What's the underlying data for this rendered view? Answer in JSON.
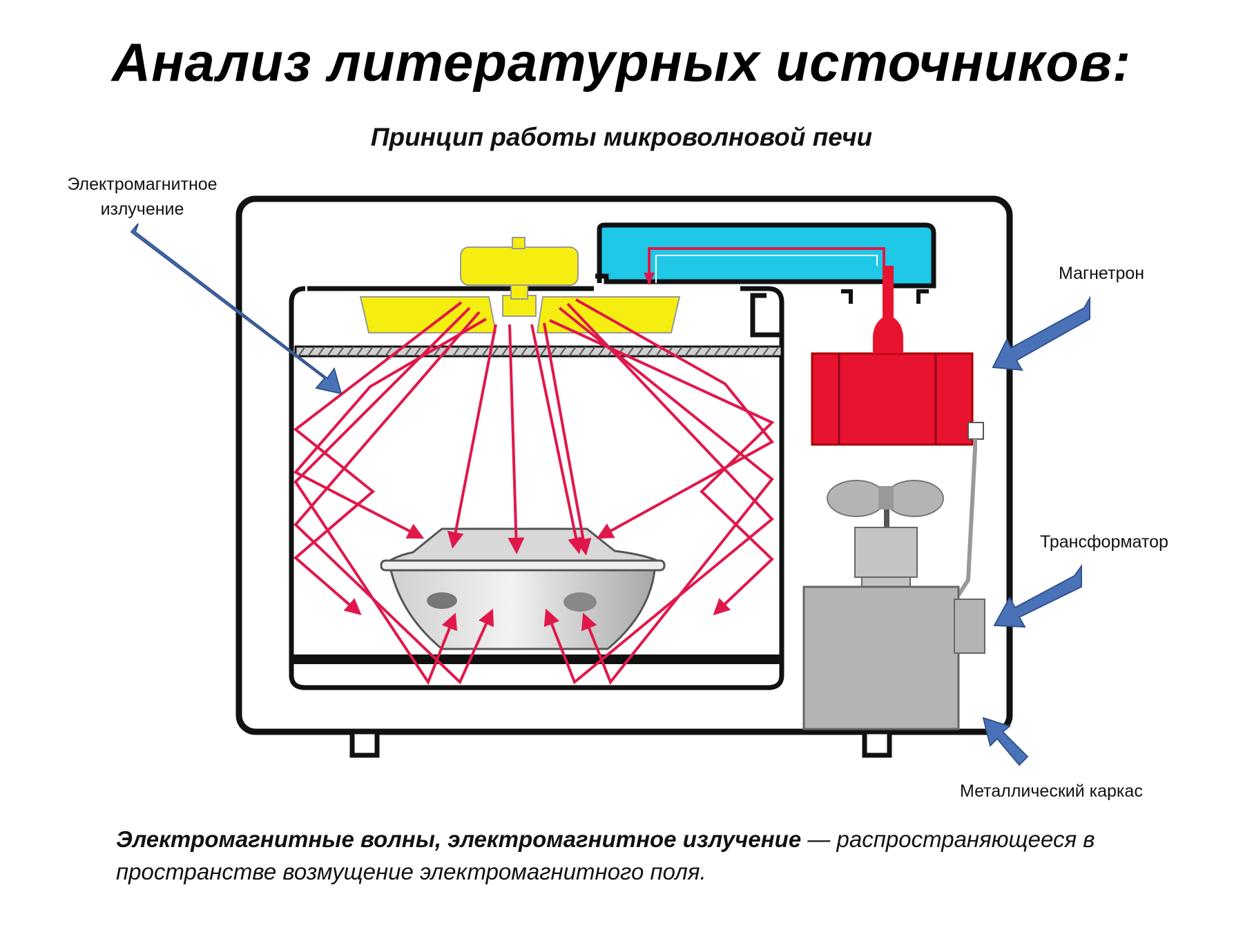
{
  "title": "Анализ литературных источников:",
  "subtitle": "Принцип работы микроволновой печи",
  "labels": {
    "radiation_line1": "Электромагнитное",
    "radiation_line2": "излучение",
    "magnetron": "Магнетрон",
    "transformer": "Трансформатор",
    "frame": "Металлический каркас"
  },
  "definition": {
    "term": "Электромагнитные волны, электромагнитное излучение",
    "dash": " — ",
    "text": "распространяющееся в пространстве возмущение электромагнитного поля."
  },
  "colors": {
    "wave": "#e0174a",
    "arrow": "#4a72b8",
    "magnetron": "#e8132f",
    "waveguide": "#1ec8e6",
    "stirrer": "#f5ee10",
    "transformer": "#b4b4b4",
    "frame": "#111111"
  }
}
